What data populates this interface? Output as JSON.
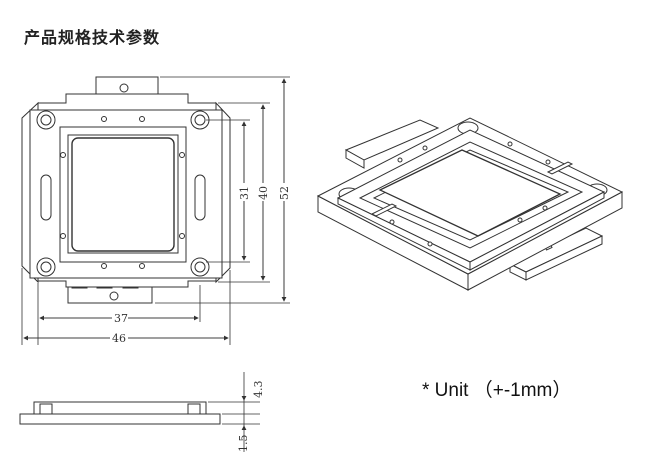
{
  "title": "产品规格技术参数",
  "unit_note": "* Unit （+-1mm）",
  "dimensions": {
    "width_inner": "37",
    "width_outer": "46",
    "height_31": "31",
    "height_40": "40",
    "height_52": "52",
    "thickness_total": "4.3",
    "thickness_base": "1.5"
  }
}
